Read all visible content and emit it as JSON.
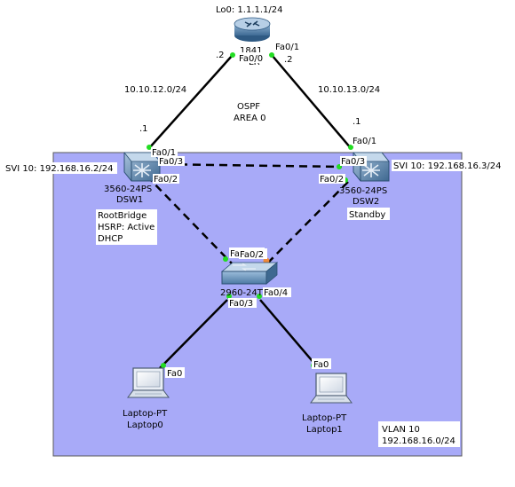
{
  "colors": {
    "vlan_area": "#a8aaf8",
    "vlan_border": "#5a5a5a",
    "link": "#000000",
    "port_up": "#22dd22",
    "port_blocked": "#f08a3a"
  },
  "router": {
    "icon": "router-icon",
    "name_partial": "LR",
    "model_partial": "1841",
    "loopback": "Lo0: 1.1.1.1/24",
    "port_left": "Fa0/0",
    "port_right": "Fa0/1",
    "addr_left": ".2",
    "addr_right": ".2"
  },
  "links": {
    "subnet_left": "10.10.12.0/24",
    "subnet_right": "10.10.13.0/24",
    "addr_dsw1": ".1",
    "addr_dsw2": ".1"
  },
  "ospf": {
    "line1": "OSPF",
    "line2": "AREA 0"
  },
  "dsw1": {
    "icon": "multilayer-switch-icon",
    "model": "3560-24PS",
    "name": "DSW1",
    "svi": "SVI 10: 192.168.16.2/24",
    "port_up": "Fa0/1",
    "port_trunk": "Fa0/3",
    "port_down": "Fa0/2",
    "notes": [
      "RootBridge",
      "HSRP: Active",
      "DHCP"
    ]
  },
  "dsw2": {
    "icon": "multilayer-switch-icon",
    "model": "3560-24PS",
    "name": "DSW2",
    "svi": "SVI 10: 192.168.16.3/24",
    "port_up": "Fa0/1",
    "port_trunk": "Fa0/3",
    "port_down": "Fa0/2",
    "notes": [
      "Standby"
    ]
  },
  "access_switch": {
    "icon": "switch-icon",
    "model": "2960-24TT",
    "port_left_up": "Fa0/1",
    "port_right_up": "Fa0/2",
    "port_left_down": "Fa0/3",
    "port_right_down": "Fa0/4"
  },
  "laptop0": {
    "icon": "laptop-icon",
    "type": "Laptop-PT",
    "name": "Laptop0",
    "port": "Fa0"
  },
  "laptop1": {
    "icon": "laptop-icon",
    "type": "Laptop-PT",
    "name": "Laptop1",
    "port": "Fa0"
  },
  "vlan": {
    "name": "VLAN 10",
    "subnet": "192.168.16.0/24"
  }
}
